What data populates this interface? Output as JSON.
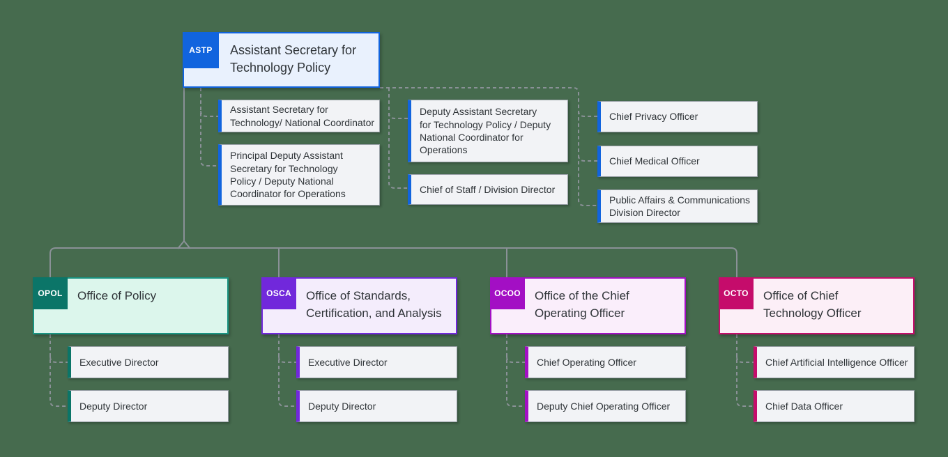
{
  "colors": {
    "background": "#466b4e",
    "connector_gray": "#8a9197",
    "text": "#2f3438",
    "role_box_fill": "#f2f3f6",
    "role_box_border": "#9aa1a8",
    "astp_accent": "#1164de",
    "astp_fill": "#e9f1fd",
    "opol_accent": "#0b7568",
    "opol_fill": "#dcf6ec",
    "osca_accent": "#7128db",
    "osca_fill": "#f4edfc",
    "ocoo_accent": "#a30fc4",
    "ocoo_fill": "#faeefb",
    "octo_accent": "#c50c6b",
    "octo_fill": "#fceff7"
  },
  "root": {
    "badge": "ASTP",
    "title": "Assistant Secretary for\nTechnology Policy"
  },
  "staff_left": [
    {
      "label": "Assistant Secretary for\nTechnology/ National Coordinator"
    },
    {
      "label": "Principal Deputy Assistant\nSecretary for Technology\nPolicy / Deputy National\nCoordinator for Operations"
    }
  ],
  "staff_mid": [
    {
      "label": "Deputy Assistant Secretary\nfor Technology Policy / Deputy\nNational Coordinator for\nOperations"
    },
    {
      "label": "Chief of Staff / Division Director"
    }
  ],
  "staff_right": [
    {
      "label": "Chief Privacy Officer"
    },
    {
      "label": "Chief Medical Officer"
    },
    {
      "label": "Public Affairs & Communications\nDivision Director"
    }
  ],
  "offices": [
    {
      "badge": "OPOL",
      "title": "Office of Policy",
      "accent": "#0b7568",
      "children": [
        {
          "label": "Executive Director"
        },
        {
          "label": "Deputy Director"
        }
      ]
    },
    {
      "badge": "OSCA",
      "title": "Office of Standards,\nCertification, and Analysis",
      "accent": "#7128db",
      "children": [
        {
          "label": "Executive Director"
        },
        {
          "label": "Deputy Director"
        }
      ]
    },
    {
      "badge": "OCOO",
      "title": "Office of the Chief\nOperating Officer",
      "accent": "#a30fc4",
      "children": [
        {
          "label": "Chief Operating Officer"
        },
        {
          "label": "Deputy Chief Operating Officer"
        }
      ]
    },
    {
      "badge": "OCTO",
      "title": "Office of Chief\nTechnology Officer",
      "accent": "#c50c6b",
      "children": [
        {
          "label": "Chief Artificial Intelligence Officer"
        },
        {
          "label": "Chief Data Officer"
        }
      ]
    }
  ]
}
